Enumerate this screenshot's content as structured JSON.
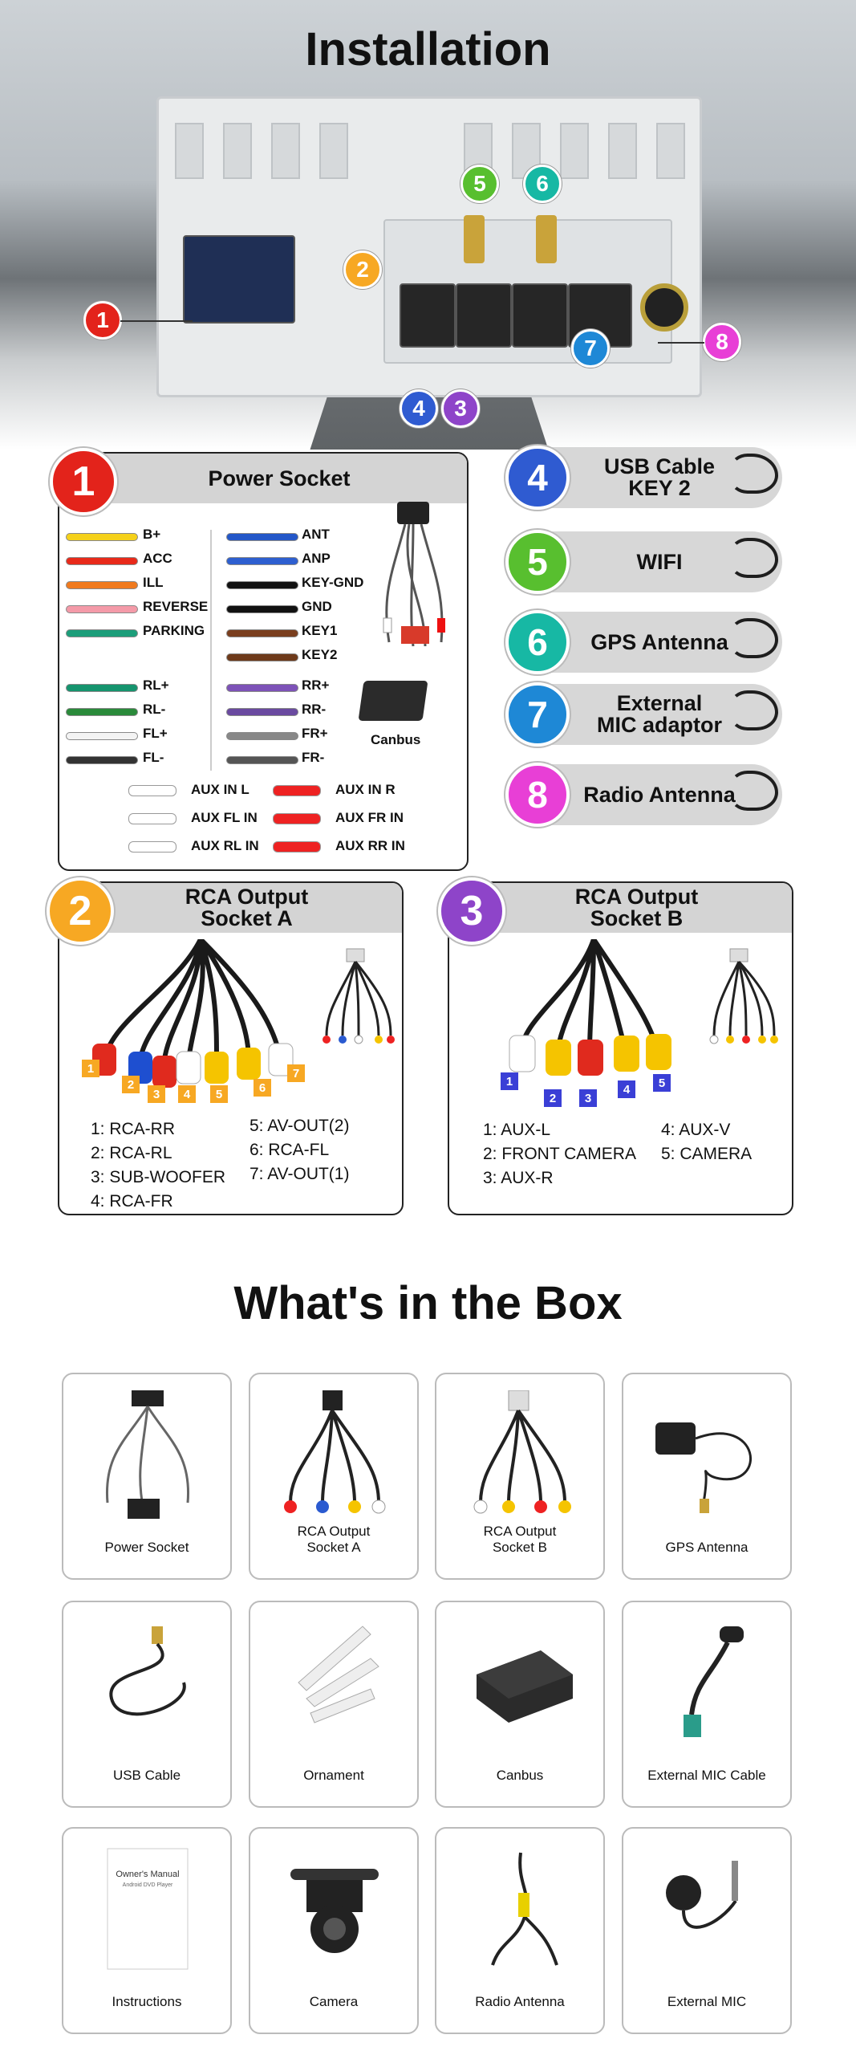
{
  "installation": {
    "title": "Installation",
    "callouts": [
      {
        "n": "1",
        "color": "#e3231b"
      },
      {
        "n": "2",
        "color": "#f7a823"
      },
      {
        "n": "3",
        "color": "#8e44c9"
      },
      {
        "n": "4",
        "color": "#2f5bd1"
      },
      {
        "n": "5",
        "color": "#58bf2f"
      },
      {
        "n": "6",
        "color": "#17b8a4"
      },
      {
        "n": "7",
        "color": "#1e88d6"
      },
      {
        "n": "8",
        "color": "#e83fd6"
      }
    ]
  },
  "power_socket": {
    "num": "1",
    "title": "Power Socket",
    "left_wires": [
      {
        "label": "B+",
        "color": "#f5d11a"
      },
      {
        "label": "ACC",
        "color": "#e82a1a"
      },
      {
        "label": "ILL",
        "color": "#f07a1e"
      },
      {
        "label": "REVERSE",
        "color": "#f49aa8"
      },
      {
        "label": "PARKING",
        "color": "#1c9e7a"
      },
      {
        "label": "RL+",
        "color": "#15946e"
      },
      {
        "label": "RL-",
        "color": "#2a8a3a"
      },
      {
        "label": "FL+",
        "color": "#f3f3f3"
      },
      {
        "label": "FL-",
        "color": "#333333"
      }
    ],
    "right_wires": [
      {
        "label": "ANT",
        "color": "#2457c8"
      },
      {
        "label": "ANP",
        "color": "#2e5fd0"
      },
      {
        "label": "KEY-GND",
        "color": "#111111"
      },
      {
        "label": "GND",
        "color": "#111111"
      },
      {
        "label": "KEY1",
        "color": "#7a3e1e"
      },
      {
        "label": "KEY2",
        "color": "#6e3a1a"
      },
      {
        "label": "RR+",
        "color": "#7d52b8"
      },
      {
        "label": "RR-",
        "color": "#6a4aa0"
      },
      {
        "label": "FR+",
        "color": "#888888"
      },
      {
        "label": "FR-",
        "color": "#555555"
      }
    ],
    "canbus": "Canbus",
    "aux": [
      "AUX IN L",
      "AUX IN R",
      "AUX FL IN",
      "AUX FR IN",
      "AUX RL IN",
      "AUX RR IN"
    ]
  },
  "side_items": [
    {
      "num": "4",
      "label": "USB Cable\nKEY 2",
      "line1": "USB Cable",
      "line2": "KEY 2",
      "color": "#2f5bd1"
    },
    {
      "num": "5",
      "line1": "WIFI",
      "line2": "",
      "color": "#58bf2f"
    },
    {
      "num": "6",
      "line1": "GPS Antenna",
      "line2": "",
      "color": "#17b8a4"
    },
    {
      "num": "7",
      "line1": "External",
      "line2": "MIC adaptor",
      "color": "#1e88d6"
    },
    {
      "num": "8",
      "line1": "Radio Antenna",
      "line2": "",
      "color": "#e83fd6"
    }
  ],
  "rca_a": {
    "num": "2",
    "title1": "RCA Output",
    "title2": "Socket A",
    "items": [
      "1: RCA-RR",
      "2: RCA-RL",
      "3: SUB-WOOFER",
      "4: RCA-FR",
      "5: AV-OUT(2)",
      "6: RCA-FL",
      "7: AV-OUT(1)"
    ],
    "plug_numbers": [
      "1",
      "2",
      "3",
      "4",
      "5",
      "6",
      "7"
    ]
  },
  "rca_b": {
    "num": "3",
    "title1": "RCA Output",
    "title2": "Socket B",
    "items": [
      "1: AUX-L",
      "2: FRONT CAMERA",
      "3: AUX-R",
      "4: AUX-V",
      "5: CAMERA"
    ],
    "plug_numbers": [
      "1",
      "2",
      "3",
      "4",
      "5"
    ]
  },
  "box": {
    "title": "What's in the Box",
    "tiles": [
      {
        "label": "Power Socket"
      },
      {
        "label": "RCA Output\nSocket A",
        "line1": "RCA Output",
        "line2": "Socket A"
      },
      {
        "label": "RCA Output\nSocket B",
        "line1": "RCA Output",
        "line2": "Socket B"
      },
      {
        "label": "GPS Antenna"
      },
      {
        "label": "USB Cable"
      },
      {
        "label": "Ornament"
      },
      {
        "label": "Canbus"
      },
      {
        "label": "External MIC Cable"
      },
      {
        "label": "Instructions"
      },
      {
        "label": "Camera"
      },
      {
        "label": "Radio Antenna"
      },
      {
        "label": "External MIC"
      }
    ],
    "manual_title": "Owner's Manual",
    "manual_sub": "Android DVD Player"
  }
}
